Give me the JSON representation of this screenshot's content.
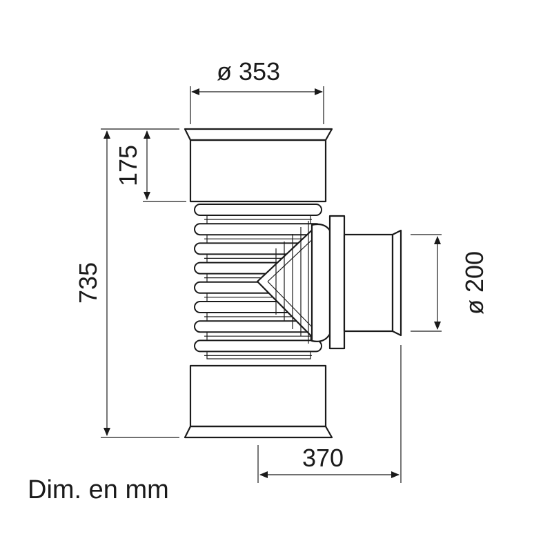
{
  "dimensions": {
    "top_diameter": "ø 353",
    "socket_depth": "175",
    "total_height": "735",
    "branch_diameter": "ø 200",
    "branch_length": "370"
  },
  "units_note": "Dim. en mm"
}
